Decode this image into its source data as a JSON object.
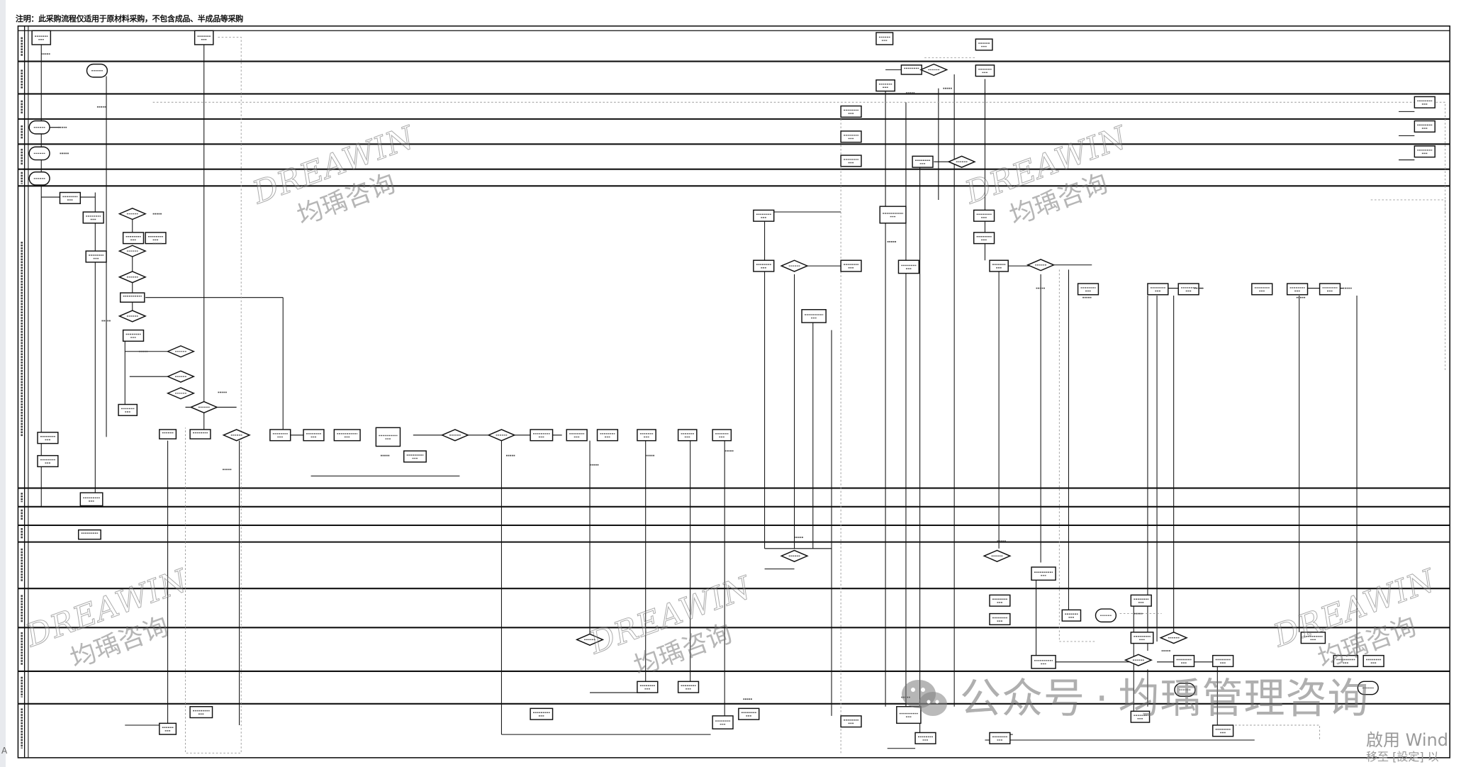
{
  "document": {
    "note": "注明：此采购流程仅适用于原材料采购，不包含成品、半成品等采购"
  },
  "watermarks": {
    "brand_en": "DREAWIN",
    "brand_cn": "均瑀咨询",
    "wechat_prefix": "公众号",
    "wechat_separator": "·",
    "wechat_name": "均瑀管理咨询"
  },
  "os_overlay": {
    "activate_line1": "啟用 Wind",
    "activate_line2": "移至 [設定] 以"
  },
  "edge_marker": "A",
  "colors": {
    "line": "#111111",
    "dotted": "#999999",
    "watermark": "#808080"
  }
}
